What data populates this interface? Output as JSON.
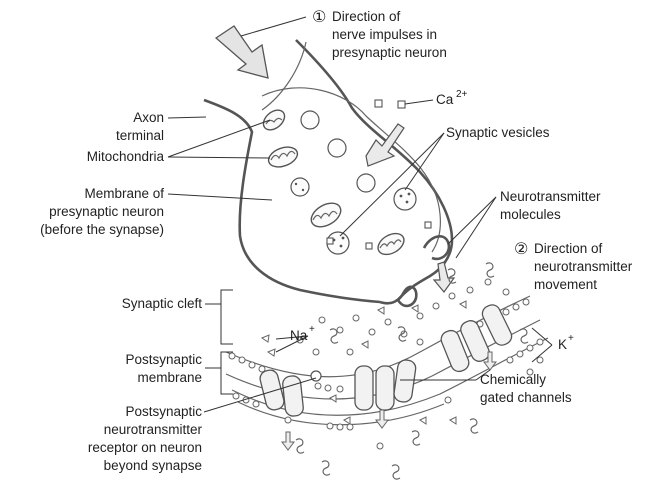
{
  "labels": {
    "impulse_num": "①",
    "impulse_l1": "Direction of",
    "impulse_l2": "nerve impulses in",
    "impulse_l3": "presynaptic neuron",
    "ca_base": "Ca",
    "ca_sup": "2+",
    "axon_l1": "Axon",
    "axon_l2": "terminal",
    "mito": "Mitochondria",
    "vesicles": "Synaptic vesicles",
    "membrane_l1": "Membrane of",
    "membrane_l2": "presynaptic neuron",
    "membrane_l3": "(before the synapse)",
    "nt_l1": "Neurotransmitter",
    "nt_l2": "molecules",
    "move_num": "②",
    "move_l1": "Direction of",
    "move_l2": "neurotransmitter",
    "move_l3": "movement",
    "cleft": "Synaptic cleft",
    "na_base": "Na",
    "na_sup": "+",
    "k_base": "K",
    "k_sup": "+",
    "post_l1": "Postsynaptic",
    "post_l2": "membrane",
    "chan_l1": "Chemically",
    "chan_l2": "gated channels",
    "rec_l1": "Postsynaptic",
    "rec_l2": "neurotransmitter",
    "rec_l3": "receptor on neuron",
    "rec_l4": "beyond synapse"
  }
}
